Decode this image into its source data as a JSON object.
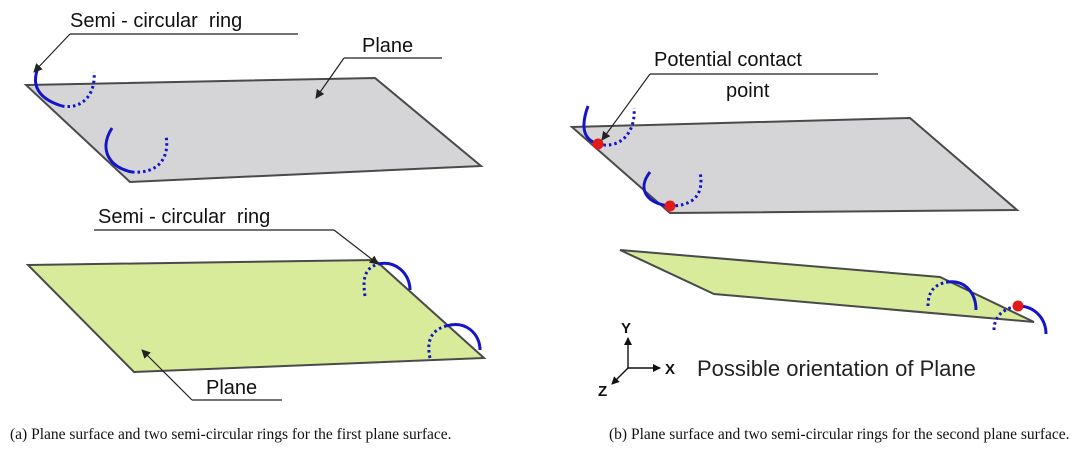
{
  "panel_a": {
    "labels": {
      "ring_top": "Semi - circular  ring",
      "plane_top": "Plane",
      "ring_bottom": "Semi - circular  ring",
      "plane_bottom": "Plane"
    },
    "caption": "(a) Plane surface and two semi-circular rings for the first plane surface."
  },
  "panel_b": {
    "labels": {
      "contact_line1": "Potential contact",
      "contact_line2": "point",
      "orientation": "Possible orientation of Plane"
    },
    "axes": {
      "y": "Y",
      "x": "X",
      "z": "Z"
    },
    "caption": "(b) Plane surface and two semi-circular rings for the second plane surface."
  },
  "colors": {
    "plane_gray": "#d5d5d8",
    "plane_green": "#d7eb9a",
    "edge": "#4a4a4a",
    "ring": "#1414c8",
    "contact_point": "#e11a1a"
  }
}
